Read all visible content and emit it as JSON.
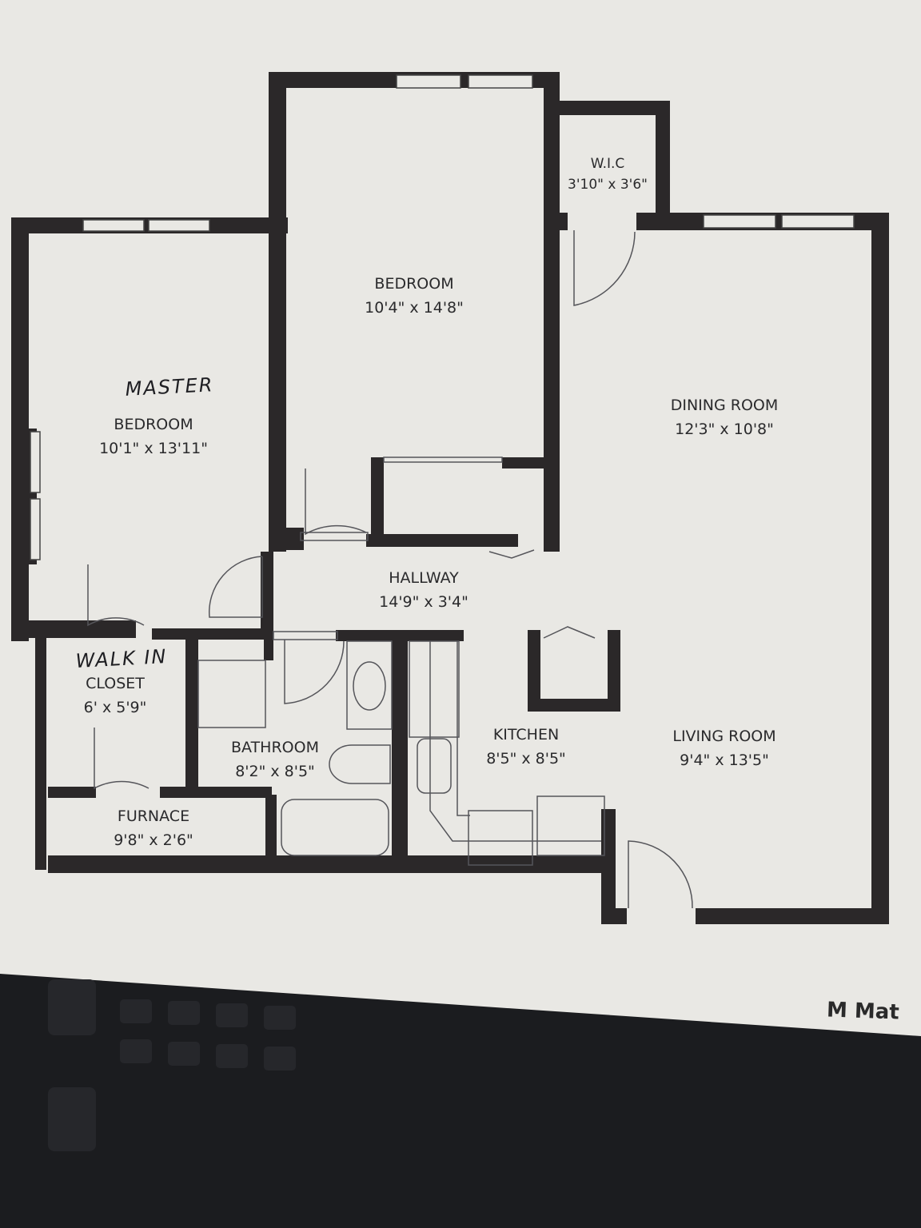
{
  "floorplan": {
    "rooms": [
      {
        "id": "bedroom-2",
        "name": "BEDROOM",
        "dims": "10'4\" x 14'8\""
      },
      {
        "id": "wic",
        "name": "W.I.C",
        "dims": "3'10\" x 3'6\""
      },
      {
        "id": "master-bedroom",
        "name": "BEDROOM",
        "dims": "10'1\" x 13'11\"",
        "annotation": "MASTER"
      },
      {
        "id": "dining-room",
        "name": "DINING ROOM",
        "dims": "12'3\" x 10'8\""
      },
      {
        "id": "hallway",
        "name": "HALLWAY",
        "dims": "14'9\" x 3'4\""
      },
      {
        "id": "walk-in-closet",
        "name": "CLOSET",
        "dims": "6' x 5'9\"",
        "annotation": "WALK IN"
      },
      {
        "id": "bathroom",
        "name": "BATHROOM",
        "dims": "8'2\" x 8'5\""
      },
      {
        "id": "kitchen",
        "name": "KITCHEN",
        "dims": "8'5\" x 8'5\""
      },
      {
        "id": "living-room",
        "name": "LIVING ROOM",
        "dims": "9'4\" x 13'5\""
      },
      {
        "id": "furnace",
        "name": "FURNACE",
        "dims": "9'8\" x 2'6\""
      }
    ],
    "brand_logo": "M",
    "brand_text": "Mat"
  },
  "colors": {
    "paper": "#e9e8e4",
    "wall": "#2b2829",
    "line": "#55555a",
    "background": "#1b1c1f"
  }
}
